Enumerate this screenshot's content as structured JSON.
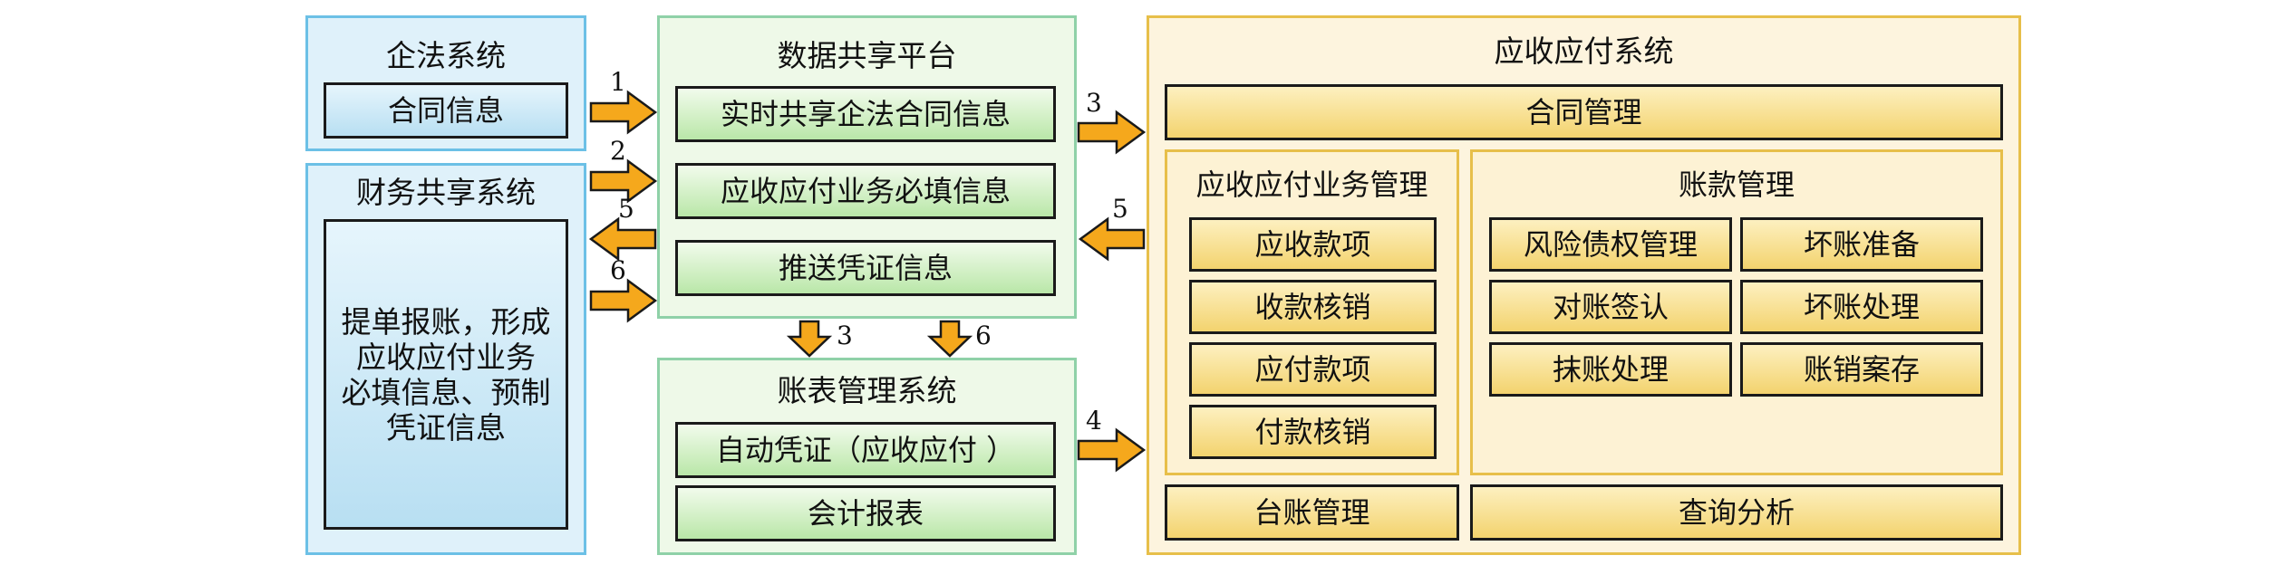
{
  "legal_system": {
    "title": "企法系统",
    "contract_info": "合同信息"
  },
  "finance_system": {
    "title": "财务共享系统",
    "body": "提单报账，形成\n应收应付业务\n必填信息、预制\n凭证信息"
  },
  "data_platform": {
    "title": "数据共享平台",
    "items": [
      "实时共享企法合同信息",
      "应收应付业务必填信息",
      "推送凭证信息"
    ]
  },
  "report_system": {
    "title": "账表管理系统",
    "items": [
      "自动凭证（应收应付 ）",
      "会计报表"
    ]
  },
  "ar_ap_system": {
    "title": "应收应付系统",
    "contract_mgmt": "合同管理",
    "business_mgmt": {
      "title": "应收应付业务管理",
      "items": [
        "应收款项",
        "收款核销",
        "应付款项",
        "付款核销"
      ]
    },
    "account_mgmt": {
      "title": "账款管理",
      "items": [
        "风险债权管理",
        "坏账准备",
        "对账签认",
        "坏账处理",
        "抹账处理",
        "账销案存"
      ]
    },
    "ledger_mgmt": "台账管理",
    "query_analysis": "查询分析"
  },
  "arrow_labels": {
    "legal_to_platform": "1",
    "finance_to_platform": "2",
    "platform_to_finance": "5",
    "finance_to_platform_6": "6",
    "platform_to_arap": "3",
    "arap_to_platform": "5",
    "platform_down_3": "3",
    "platform_down_6": "6",
    "report_to_arap": "4"
  },
  "colors": {
    "arrow_fill": "#f5a81c",
    "arrow_stroke": "#1a1a1a",
    "blue_border": "#6cc0e6",
    "green_border": "#8fd1a8",
    "gold_border": "#e7bf4a"
  }
}
